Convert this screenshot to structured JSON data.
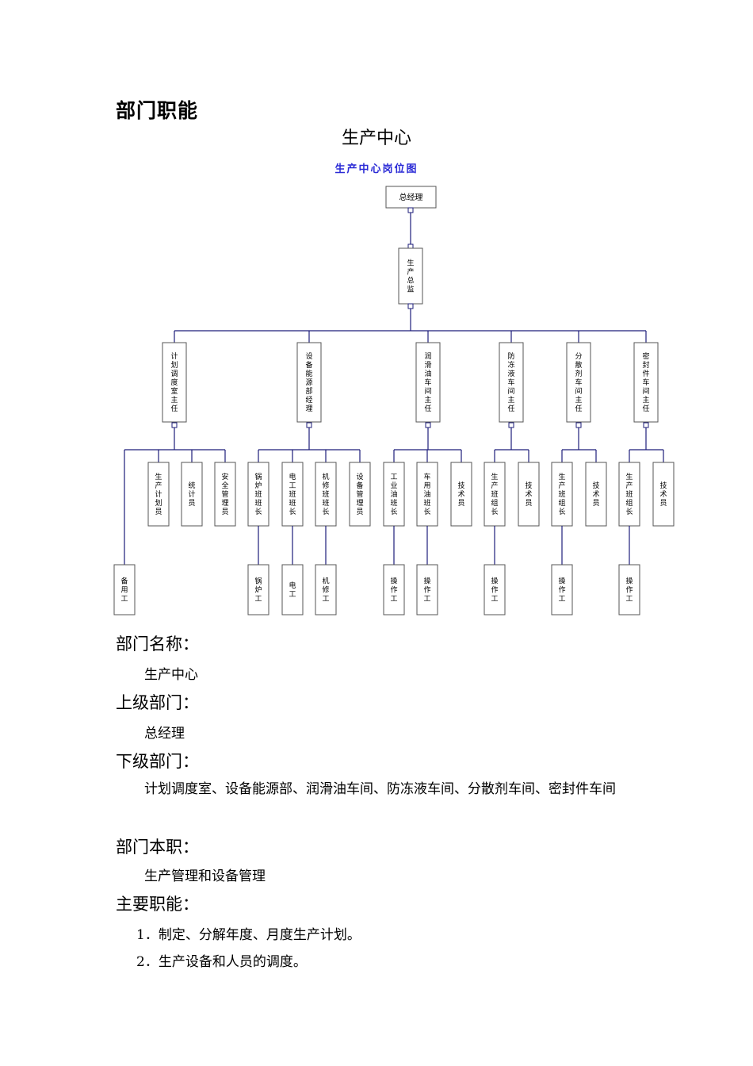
{
  "heading": "部门职能",
  "center_title": "生产中心",
  "chart_title": "生产中心岗位图",
  "org": {
    "top": "总经理",
    "level1": "生产总监",
    "departments": [
      "计划调度室主任",
      "设备能源部经理",
      "润滑油车间主任",
      "防冻液车间主任",
      "分散剂车间主任",
      "密封件车间主任"
    ],
    "level3": [
      "生产计划员",
      "统计员",
      "安全管理员",
      "锅炉班班长",
      "电工班班长",
      "机修班班长",
      "设备管理员",
      "工业油班长",
      "车用油班长",
      "技术员",
      "生产班组长",
      "技术员",
      "生产班组长",
      "技术员",
      "生产班组长",
      "技术员"
    ],
    "level4": [
      "备用工",
      "锅炉工",
      "电工",
      "机修工",
      "操作工",
      "操作工",
      "操作工",
      "操作工",
      "操作工"
    ]
  },
  "sections": {
    "name_label": "部门名称：",
    "name_value": "生产中心",
    "parent_label": "上级部门：",
    "parent_value": "总经理",
    "children_label": "下级部门：",
    "children_value": "计划调度室、设备能源部、润滑油车间、防冻液车间、分散剂车间、密封件车间",
    "duty_label": "部门本职：",
    "duty_value": "生产管理和设备管理",
    "functions_label": "主要职能：",
    "functions": [
      "1．制定、分解年度、月度生产计划。",
      "2．生产设备和人员的调度。"
    ]
  }
}
